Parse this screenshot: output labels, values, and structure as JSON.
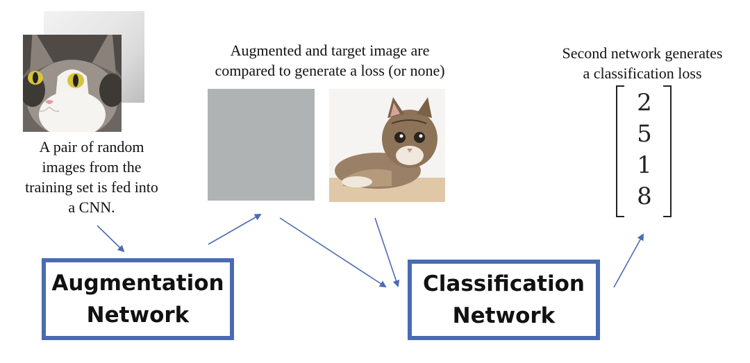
{
  "captions": {
    "pair": [
      "A pair of random",
      "images from the",
      "training set is fed into",
      "a CNN."
    ],
    "compare": [
      "Augmented and target image are",
      "compared to generate a loss (or none)"
    ],
    "second": [
      "Second network generates",
      "a classification loss"
    ]
  },
  "boxes": {
    "augmentation": [
      "Augmentation",
      "Network"
    ],
    "classification": [
      "Classification",
      "Network"
    ]
  },
  "vector": [
    "2",
    "5",
    "1",
    "8"
  ],
  "colors": {
    "accent": "#4a6bb3",
    "augmented_square": "#b0b3b3"
  },
  "icons": {
    "input_image": "cat-photo",
    "target_image": "cat-photo"
  }
}
